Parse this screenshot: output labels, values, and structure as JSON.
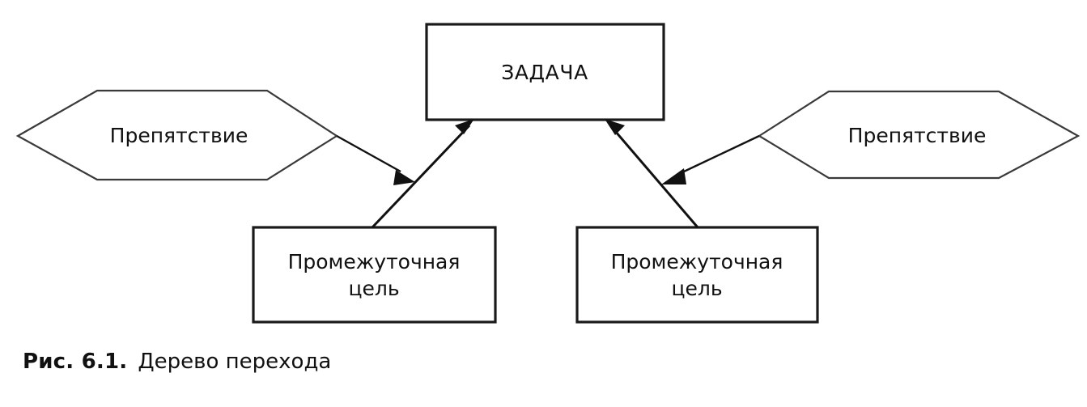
{
  "figure": {
    "caption_number": "Рис. 6.1.",
    "caption_text": "Дерево перехода"
  },
  "diagram": {
    "type": "transition-tree",
    "colors": {
      "background": "#ffffff",
      "box_stroke": "#1a1a1a",
      "hexagon_stroke": "#3a3a3a",
      "arrow": "#111111",
      "text": "#111111"
    },
    "nodes": {
      "task": {
        "label": "ЗАДАЧА",
        "shape": "rectangle"
      },
      "obstacle_left": {
        "label": "Препятствие",
        "shape": "hexagon"
      },
      "obstacle_right": {
        "label": "Препятствие",
        "shape": "hexagon"
      },
      "goal_left": {
        "label_line1": "Промежуточная",
        "label_line2": "цель",
        "shape": "rectangle"
      },
      "goal_right": {
        "label_line1": "Промежуточная",
        "label_line2": "цель",
        "shape": "rectangle"
      }
    },
    "edges": [
      {
        "from": "goal_left",
        "to": "task",
        "style": "arrow"
      },
      {
        "from": "goal_right",
        "to": "task",
        "style": "arrow"
      },
      {
        "from": "obstacle_left",
        "to": "edge_goal_left_task",
        "style": "arrow"
      },
      {
        "from": "obstacle_right",
        "to": "edge_goal_right_task",
        "style": "arrow"
      }
    ]
  }
}
